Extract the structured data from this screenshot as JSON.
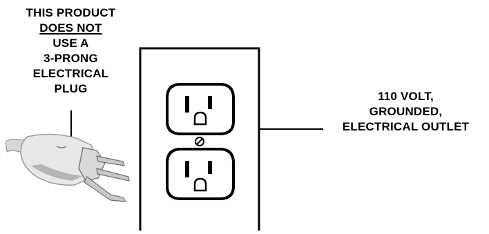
{
  "plug_note": {
    "line1": "THIS PRODUCT",
    "line2": "DOES NOT",
    "line3": "USE A",
    "line4": "3-PRONG",
    "line5": "ELECTRICAL",
    "line6": "PLUG"
  },
  "outlet_note": {
    "line1": "110 VOLT,",
    "line2": "GROUNDED,",
    "line3": "ELECTRICAL OUTLET"
  },
  "colors": {
    "ink": "#000000",
    "plug_fill": "#e8e8e8",
    "plug_shade": "#b5b5b5",
    "background": "#ffffff"
  }
}
